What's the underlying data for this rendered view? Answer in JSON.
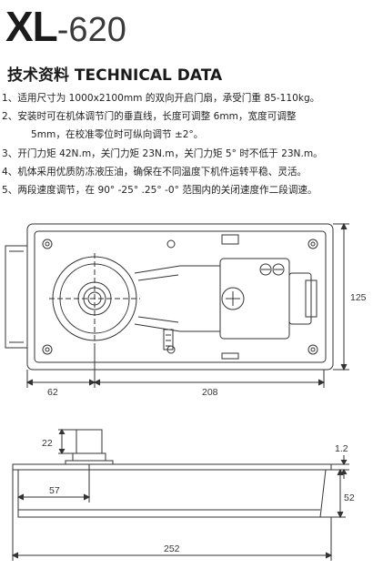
{
  "title": {
    "model_prefix": "XL",
    "model_suffix": "-620"
  },
  "section_heading": "技术资料 TECHNICAL DATA",
  "specs": [
    {
      "text": "1、适用尺寸为 1000x2100mm 的双向开启门扇，承受门重 85-110kg。",
      "indent": false
    },
    {
      "text": "2、安装时可在机体调节门的垂直线，长度可调整 6mm，宽度可调整",
      "indent": false
    },
    {
      "text": "5mm，在校准零位时可纵向调节 ±2°。",
      "indent": true
    },
    {
      "text": "3、开门力矩 42N.m，关门力矩 23N.m，关门力矩 5° 时不低于 23N.m。",
      "indent": false
    },
    {
      "text": "4、机体采用优质防冻液压油，确保在不同温度下机件运转平稳、灵活。",
      "indent": false
    },
    {
      "text": "5、两段速度调节，在 90° -25° .25° -0° 范围内的关闭速度作二段调速。",
      "indent": false
    }
  ],
  "plan_view": {
    "dim_height": "125",
    "dim_left": "62",
    "dim_body": "208"
  },
  "side_view": {
    "dim_spindle_height": "22",
    "dim_cover": "1.2",
    "dim_left": "57",
    "dim_height": "52",
    "dim_length": "252"
  },
  "colors": {
    "line": "#333333",
    "background": "#ffffff"
  }
}
